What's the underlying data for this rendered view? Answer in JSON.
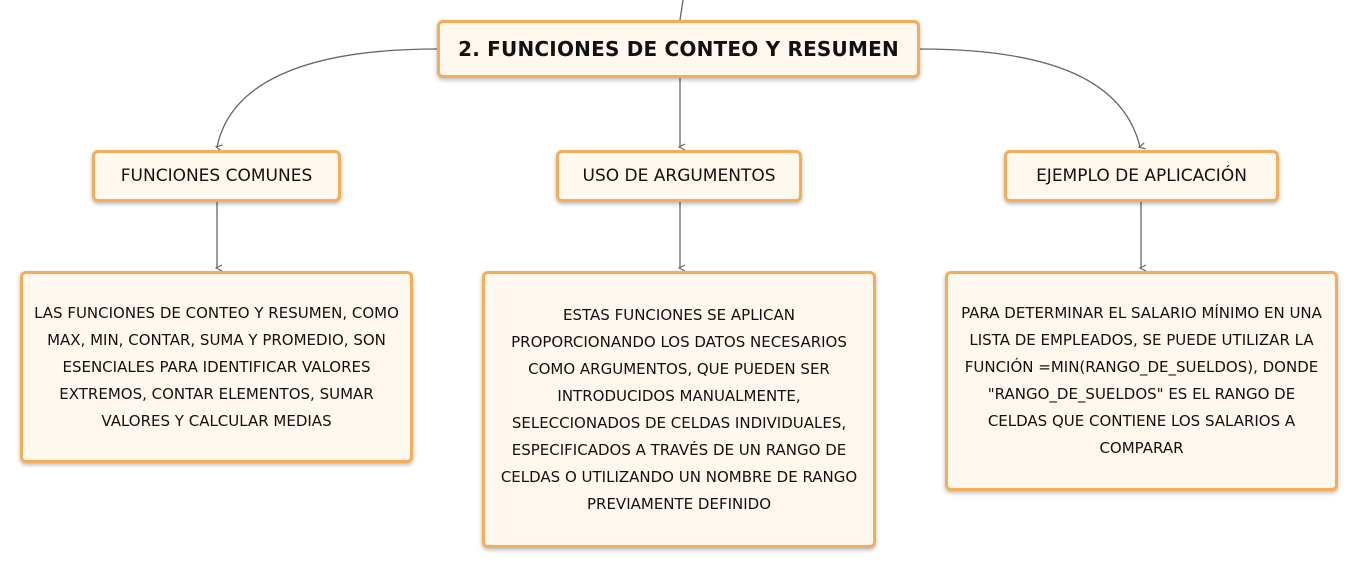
{
  "map": {
    "root": {
      "label": "2. FUNCIONES DE CONTEO Y RESUMEN"
    },
    "branches": [
      {
        "label": "FUNCIONES COMUNES",
        "detail": "LAS FUNCIONES DE CONTEO Y RESUMEN, COMO MAX, MIN, CONTAR, SUMA Y PROMEDIO, SON ESENCIALES PARA IDENTIFICAR VALORES EXTREMOS, CONTAR ELEMENTOS, SUMAR VALORES Y CALCULAR MEDIAS"
      },
      {
        "label": "USO DE ARGUMENTOS",
        "detail": "ESTAS FUNCIONES SE APLICAN PROPORCIONANDO LOS DATOS NECESARIOS COMO ARGUMENTOS, QUE PUEDEN SER INTRODUCIDOS MANUALMENTE, SELECCIONADOS DE CELDAS INDIVIDUALES, ESPECIFICADOS A TRAVÉS DE UN RANGO DE CELDAS O UTILIZANDO UN NOMBRE DE RANGO PREVIAMENTE DEFINIDO"
      },
      {
        "label": "EJEMPLO DE APLICACIÓN",
        "detail": "PARA DETERMINAR EL SALARIO MÍNIMO EN UNA LISTA DE EMPLEADOS, SE PUEDE UTILIZAR LA FUNCIÓN =MIN(RANGO_DE_SUELDOS), DONDE \"RANGO_DE_SUELDOS\" ES EL RANGO DE CELDAS QUE CONTIENE LOS SALARIOS A COMPARAR"
      }
    ]
  },
  "colors": {
    "node_fill": "#fff8ef",
    "node_border": "#f5ad58",
    "connector": "#666666"
  }
}
